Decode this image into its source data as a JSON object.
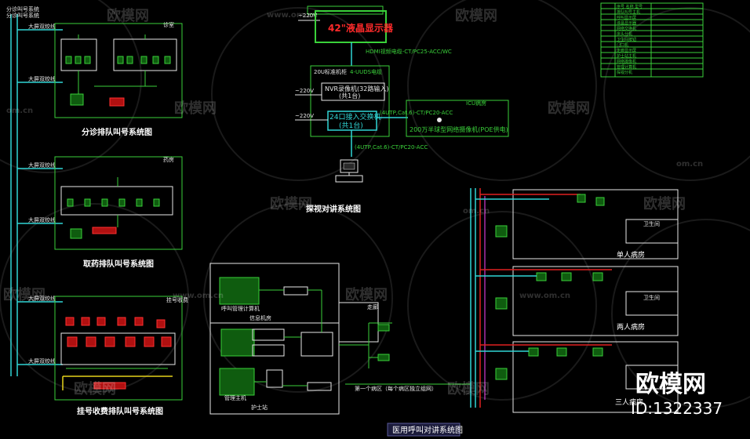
{
  "watermark": {
    "brand": "欧模网",
    "site": "www.om.cn",
    "site_short": "om.cn",
    "id_label": "ID:1322337",
    "color": "#ffffff"
  },
  "left_column": {
    "header": "分诊叫号系统",
    "feeder": "大屏双绞线",
    "room_top": "诊室",
    "room_mid": "药房",
    "room_bottom": "挂号收费",
    "section_triage": "分诊排队叫号系统图",
    "section_pharmacy": "取药排队叫号系统图",
    "section_register": "挂号收费排队叫号系统图"
  },
  "visitation": {
    "display": "42\"液晶显示器",
    "power": "~220V",
    "hdmi": "HDMI视频电缆-CT/PC25-ACC/WC",
    "rack": "20U标准机柜",
    "cable_ups": "4-UUDS电缆",
    "nvr": "NVR录像机(32路输入)",
    "nvr_count": "(共1台)",
    "switch": "24口接入交换机",
    "switch_count": "(共1台)",
    "cable1": "(4UTP,Cat.6)-CT/PC20-ACC",
    "cable2": "(4UTP,Cat.6)-CT/PC20-ACC",
    "icu": "ICU病房",
    "camera": "200万半球型网络摄像机(POE供电)",
    "caption": "探视对讲系统图"
  },
  "nurse_call": {
    "server_room": "信息机房",
    "host": "管理主机",
    "manage_pc": "呼叫管理计算机",
    "desk": "护士站",
    "corridor": "走廊",
    "ward_single": "单人病房",
    "ward_double": "两人病房",
    "ward_triple": "三人病房",
    "toilet": "卫生间",
    "caption": "医用呼叫对讲系统图",
    "note": "第一个病区（每个病区独立组网）"
  },
  "legend": {
    "rows": [
      "序号 名称 型号",
      "排队叫号主机",
      "呼叫显示屏",
      "液晶显示器",
      "网络交换机",
      "床头分机",
      "卫生间按钮",
      "门口机",
      "走廊显示屏",
      "护士站主机",
      "网络摄像机",
      "管理计算机",
      "探视分机"
    ]
  },
  "colors": {
    "green": "#3ad13a",
    "red": "#e02020",
    "cyan": "#31d6d6",
    "yellow": "#e6d21a",
    "white": "#e8e8e8",
    "magenta": "#d23bd2"
  }
}
